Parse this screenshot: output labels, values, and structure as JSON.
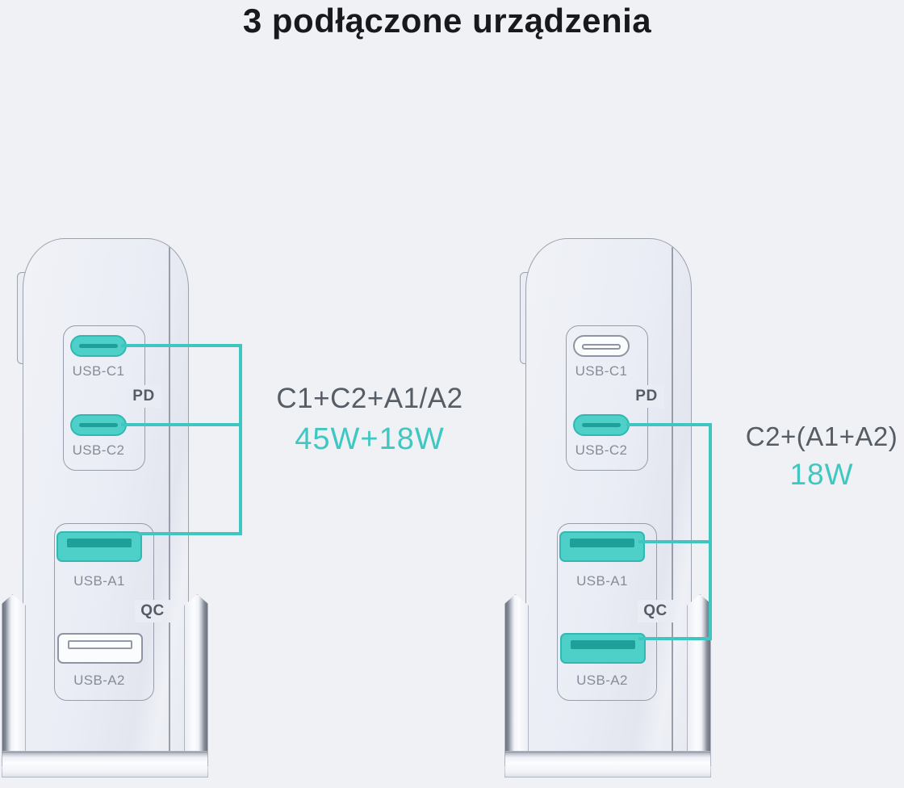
{
  "title": "3 podłączone urządzenia",
  "colors": {
    "accent": "#4ed0c9",
    "accent_dark": "#2fb9b2",
    "slot_dark": "#1f9f99",
    "line": "#3fc6c0",
    "power": "#41c7c2"
  },
  "chargers": [
    {
      "side": "left",
      "pd_label": "PD",
      "qc_label": "QC",
      "ports": [
        {
          "label": "USB-C1",
          "type": "usb-c",
          "state": "active"
        },
        {
          "label": "USB-C2",
          "type": "usb-c",
          "state": "active"
        },
        {
          "label": "USB-A1",
          "type": "usb-a",
          "state": "active"
        },
        {
          "label": "USB-A2",
          "type": "usb-a",
          "state": "inactive"
        }
      ],
      "annotation": {
        "combo": "C1+C2+A1/A2",
        "power": "45W+18W"
      }
    },
    {
      "side": "right",
      "pd_label": "PD",
      "qc_label": "QC",
      "ports": [
        {
          "label": "USB-C1",
          "type": "usb-c",
          "state": "inactive"
        },
        {
          "label": "USB-C2",
          "type": "usb-c",
          "state": "active"
        },
        {
          "label": "USB-A1",
          "type": "usb-a",
          "state": "active"
        },
        {
          "label": "USB-A2",
          "type": "usb-a",
          "state": "active"
        }
      ],
      "annotation": {
        "combo": "C2+(A1+A2)",
        "power": "18W"
      }
    }
  ]
}
